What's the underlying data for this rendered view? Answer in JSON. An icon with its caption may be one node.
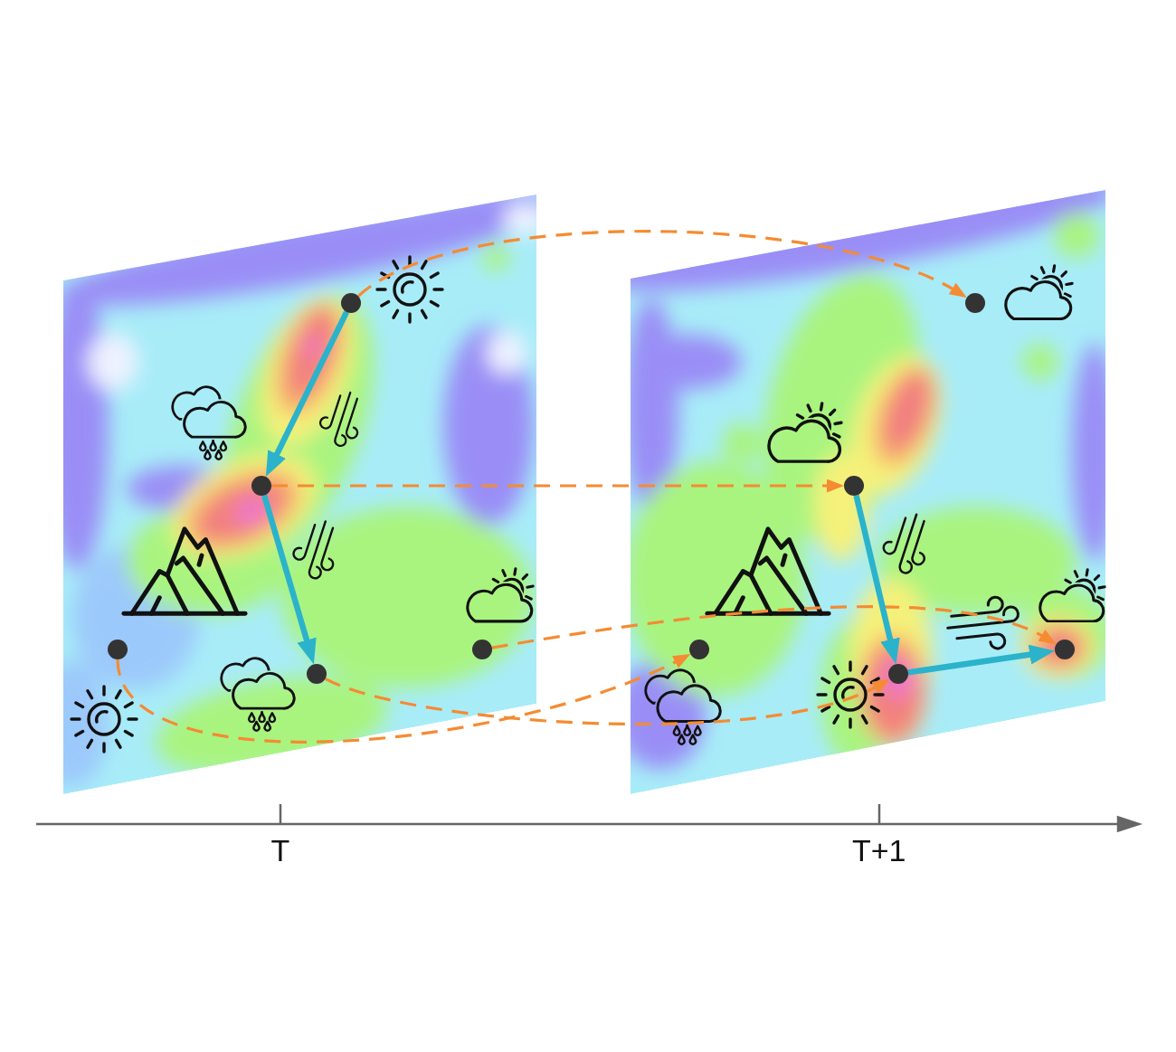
{
  "diagram": {
    "nodes": [
      {
        "text": [],
        "shape": "picture"
      },
      {
        "text": [],
        "shape": "circle",
        "in": 0
      },
      {
        "text": [],
        "shape": "circle",
        "in": 0
      },
      {
        "text": [],
        "shape": "circle",
        "in": 0
      },
      {
        "text": [],
        "shape": "circle",
        "in": 0
      },
      {
        "text": [],
        "shape": "circle",
        "in": 0
      },
      {
        "text": [],
        "shape": "picture"
      },
      {
        "text": [],
        "shape": "circle",
        "in": 6
      },
      {
        "text": [],
        "shape": "circle",
        "in": 6
      },
      {
        "text": [],
        "shape": "circle",
        "in": 6
      },
      {
        "text": [],
        "shape": "circle",
        "in": 6
      },
      {
        "text": [],
        "shape": "circle",
        "in": 6
      }
    ],
    "edges": [
      {
        "from": 1,
        "to": 2,
        "arrow": "to",
        "style": "thick",
        "color": "#2bb3cc"
      },
      {
        "from": 2,
        "to": 5,
        "arrow": "to",
        "style": "thick",
        "color": "#2bb3cc"
      },
      {
        "from": 1,
        "to": 7,
        "arrow": "to",
        "style": "dashed"
      },
      {
        "from": 2,
        "to": 8,
        "arrow": "to",
        "style": "dashed"
      },
      {
        "from": 3,
        "to": 9,
        "arrow": "to",
        "style": "dashed"
      },
      {
        "from": 4,
        "to": 10,
        "arrow": "to",
        "style": "dashed"
      },
      {
        "from": 5,
        "to": 11,
        "arrow": "to",
        "style": "dashed"
      },
      {
        "from": 8,
        "to": 11,
        "arrow": "to",
        "style": "thick",
        "color": "#2bb3cc"
      },
      {
        "from": 11,
        "to": 10,
        "arrow": "to",
        "style": "thick",
        "color": "#2bb3cc"
      }
    ],
    "labels": [
      "T",
      "T+1"
    ]
  }
}
